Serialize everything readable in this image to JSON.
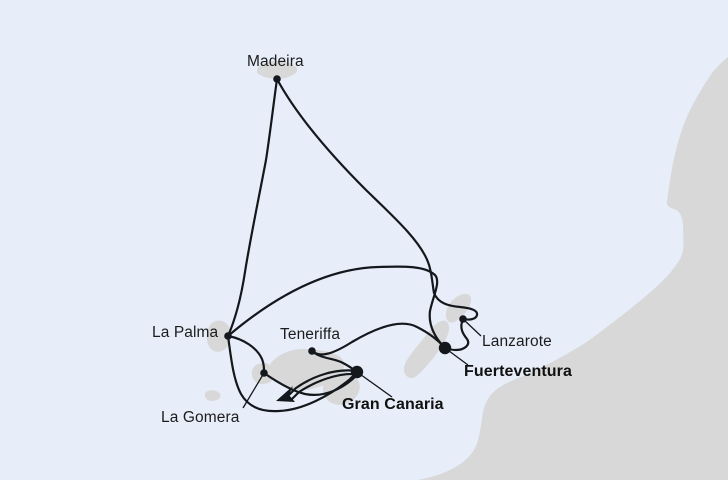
{
  "map": {
    "colors": {
      "sea": "#e8eef9",
      "land": "#d8d8d8",
      "route": "#14181d",
      "label": "#1c1c1c"
    },
    "ports": [
      {
        "name": "Madeira"
      },
      {
        "name": "La Palma"
      },
      {
        "name": "Teneriffa"
      },
      {
        "name": "La Gomera"
      },
      {
        "name": "Gran Canaria"
      },
      {
        "name": "Fuerteventura"
      },
      {
        "name": "Lanzarote"
      }
    ],
    "routes": [
      "Madeira – La Palma",
      "Madeira – Lanzarote",
      "La Palma – Fuerteventura",
      "Lanzarote – Fuerteventura",
      "Teneriffa – Fuerteventura",
      "Teneriffa – Gran Canaria",
      "La Palma – La Gomera",
      "La Gomera – Gran Canaria",
      "La Palma – Gran Canaria",
      "Gran Canaria – onward (arrow)"
    ]
  }
}
